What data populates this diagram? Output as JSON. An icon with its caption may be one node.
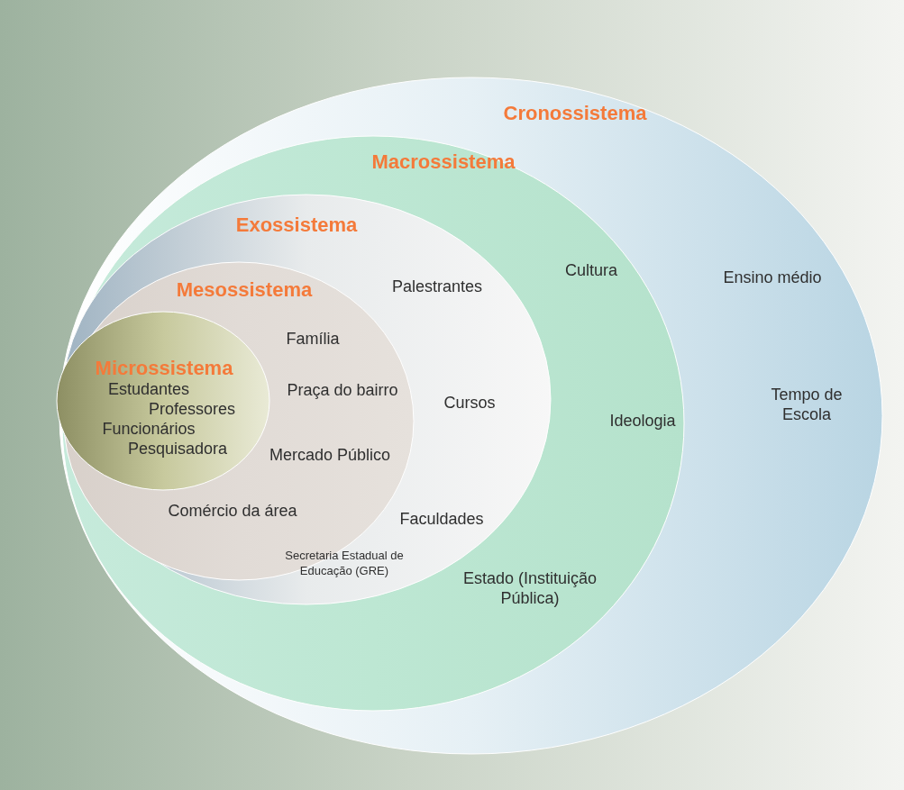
{
  "diagram": {
    "nodes": [
      {
        "text": [
          "Cronossistema",
          "Ensino médio",
          "Tempo de Escola"
        ]
      },
      {
        "text": [
          "Macrossistema",
          "Cultura",
          "Ideologia",
          "Estado (Instituição Pública)"
        ],
        "in": 0
      },
      {
        "text": [
          "Exossistema",
          "Palestrantes",
          "Cursos",
          "Faculdades",
          "Secretaria Estadual de Educação (GRE)"
        ],
        "in": 1
      },
      {
        "text": [
          "Mesossistema",
          "Família",
          "Praça do bairro",
          "Mercado Público",
          "Comércio da área"
        ],
        "in": 2
      },
      {
        "text": [
          "Microssistema",
          "Estudantes",
          "Professores",
          "Funcionários",
          "Pesquisadora"
        ],
        "in": 3
      }
    ]
  }
}
